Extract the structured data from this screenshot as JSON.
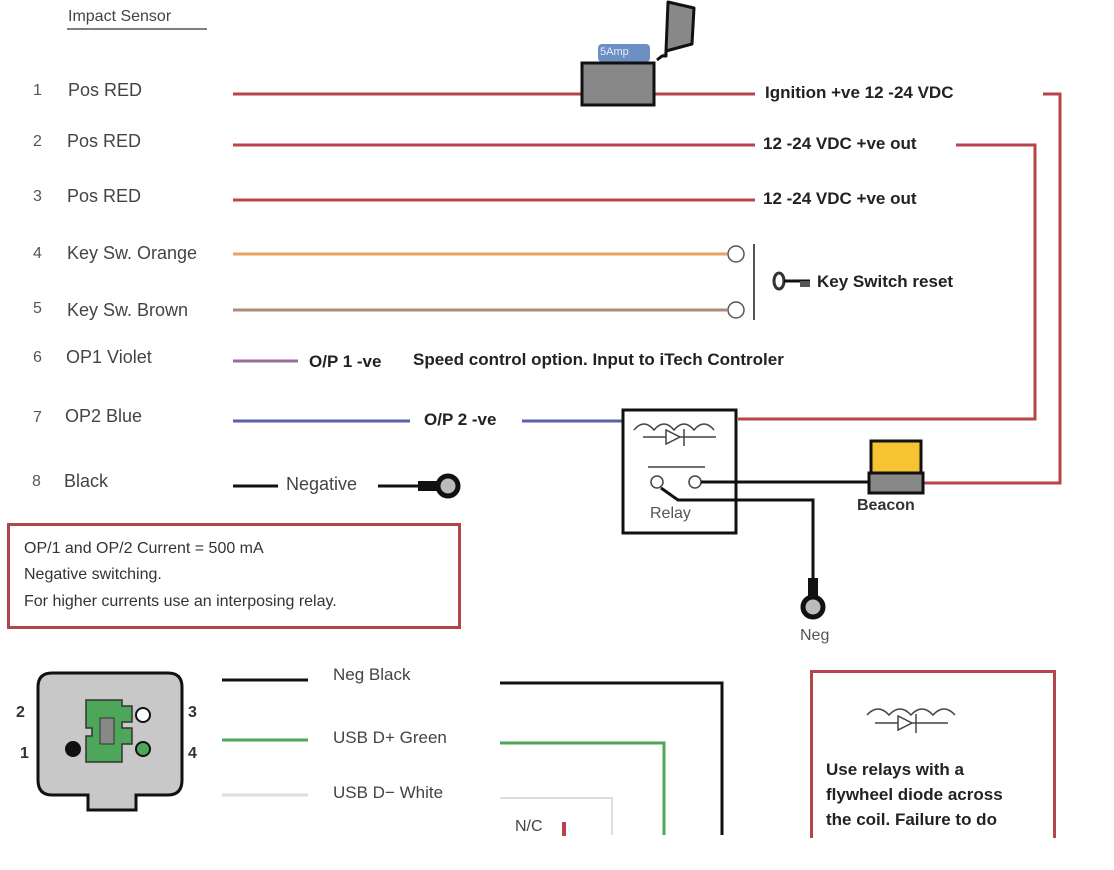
{
  "title": "Impact Sensor",
  "colors": {
    "red_wire": "#b8434b",
    "orange_wire": "#e8a463",
    "brown_wire": "#b08a78",
    "violet_wire": "#9a6e9c",
    "blue_wire": "#5862a8",
    "black_wire": "#111111",
    "green_wire": "#4ea65a",
    "white_wire": "#dddddd",
    "fuse_label_bg": "#6d8fc4",
    "beacon_yellow": "#f5c531",
    "device_gray": "#888888"
  },
  "wires": [
    {
      "num": "1",
      "label": "Pos RED",
      "dest": "Ignition +ve  12 -24 VDC"
    },
    {
      "num": "2",
      "label": "Pos RED",
      "dest": "12 -24 VDC +ve  out"
    },
    {
      "num": "3",
      "label": "Pos RED",
      "dest": "12 -24 VDC +ve  out"
    },
    {
      "num": "4",
      "label": "Key Sw. Orange",
      "dest": ""
    },
    {
      "num": "5",
      "label": "Key Sw. Brown",
      "dest": ""
    },
    {
      "num": "6",
      "label": "OP1 Violet",
      "dest": "O/P 1 -ve"
    },
    {
      "num": "7",
      "label": "OP2 Blue",
      "dest": "O/P 2 -ve"
    },
    {
      "num": "8",
      "label": "Black",
      "dest": "Negative"
    }
  ],
  "fuse": {
    "label": "5Amp"
  },
  "key_switch": {
    "label": "Key Switch reset"
  },
  "speed_control": {
    "label": "Speed control option. Input to iTech Controler"
  },
  "relay": {
    "label": "Relay"
  },
  "beacon": {
    "label": "Beacon"
  },
  "neg_terminal": {
    "label": "Neg"
  },
  "current_note": {
    "lines": [
      "OP/1 and OP/2 Current = 500 mA",
      "Negative switching.",
      "For higher currents use an interposing relay."
    ]
  },
  "connector": {
    "pins": [
      "1",
      "2",
      "3",
      "4"
    ],
    "wires": [
      {
        "label": "Neg Black"
      },
      {
        "label": "USB D+ Green"
      },
      {
        "label": "USB D− White"
      }
    ],
    "nc_label": "N/C"
  },
  "flywheel_note": {
    "lines": [
      "Use relays with a",
      "flywheel diode across",
      "the coil. Failure to do"
    ]
  }
}
